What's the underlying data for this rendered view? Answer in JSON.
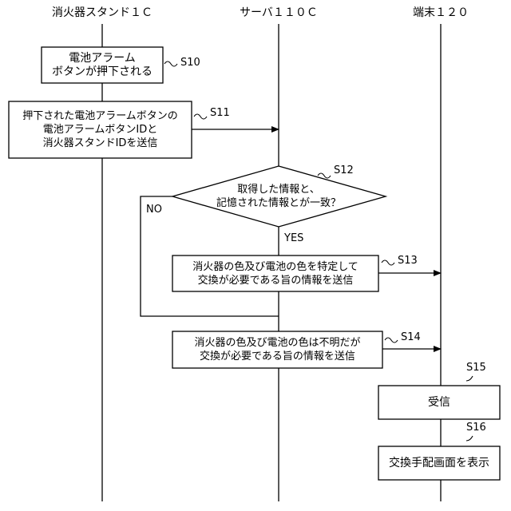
{
  "lanes": {
    "stand": "消火器スタンド１Ｃ",
    "server": "サーバ１１０Ｃ",
    "terminal": "端末１２０"
  },
  "steps": {
    "s10": {
      "label": "S10",
      "text": "電池アラーム\nボタンが押下される"
    },
    "s11": {
      "label": "S11",
      "text": "押下された電池アラームボタンの\n電池アラームボタンIDと\n消火器スタンドIDを送信"
    },
    "s12": {
      "label": "S12",
      "text": "取得した情報と、\n記憶された情報とが一致？"
    },
    "s13": {
      "label": "S13",
      "text": "消火器の色及び電池の色を特定して\n交換が必要である旨の情報を送信"
    },
    "s14": {
      "label": "S14",
      "text": "消火器の色及び電池の色は不明だが\n交換が必要である旨の情報を送信"
    },
    "s15": {
      "label": "S15",
      "text": "受信"
    },
    "s16": {
      "label": "S16",
      "text": "交換手配画面を表示"
    }
  },
  "branches": {
    "no": "NO",
    "yes": "YES"
  }
}
